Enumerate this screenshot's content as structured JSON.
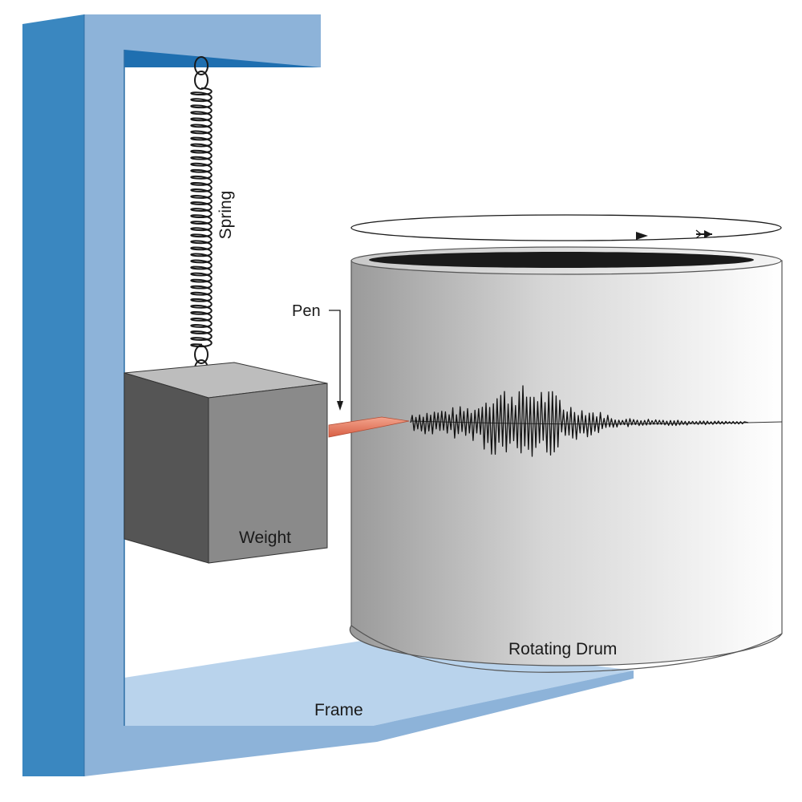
{
  "labels": {
    "spring": "Spring",
    "pen": "Pen",
    "weight": "Weight",
    "rotating_drum": "Rotating Drum",
    "frame": "Frame"
  },
  "colors": {
    "frame_front": "#8db3d9",
    "frame_side": "#3a87c0",
    "frame_inner": "#b9d3ec",
    "weight_front": "#8a8a8a",
    "weight_side": "#555555",
    "weight_top": "#bdbdbd",
    "pen": "#e87a5e",
    "drum_light": "#ffffff",
    "drum_dark": "#9a9a9a"
  }
}
